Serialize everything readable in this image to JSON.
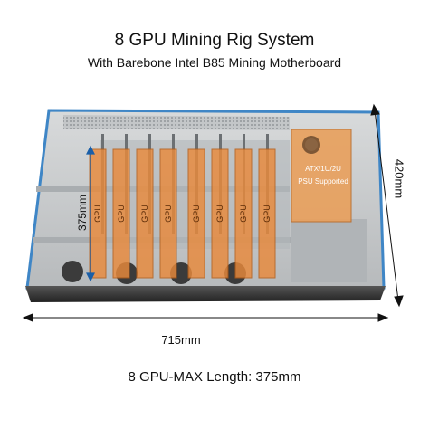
{
  "header": {
    "title": "8 GPU Mining Rig System",
    "subtitle": "With Barebone Intel B85 Mining Motherboard"
  },
  "dimensions": {
    "width_label": "715mm",
    "height_label": "420mm",
    "gpu_length_label": "375mm"
  },
  "gpu_slots": {
    "label": "GPU",
    "count": 8
  },
  "psu": {
    "line1": "ATX/1U/2U",
    "line2": "PSU Supported"
  },
  "footer": {
    "caption": "8 GPU-MAX Length: 375mm"
  },
  "colors": {
    "case_frame": "#3f86c6",
    "gpu_highlight": "#e98a3c",
    "psu_highlight": "#e9a05c",
    "metal": "#c9ccce"
  }
}
